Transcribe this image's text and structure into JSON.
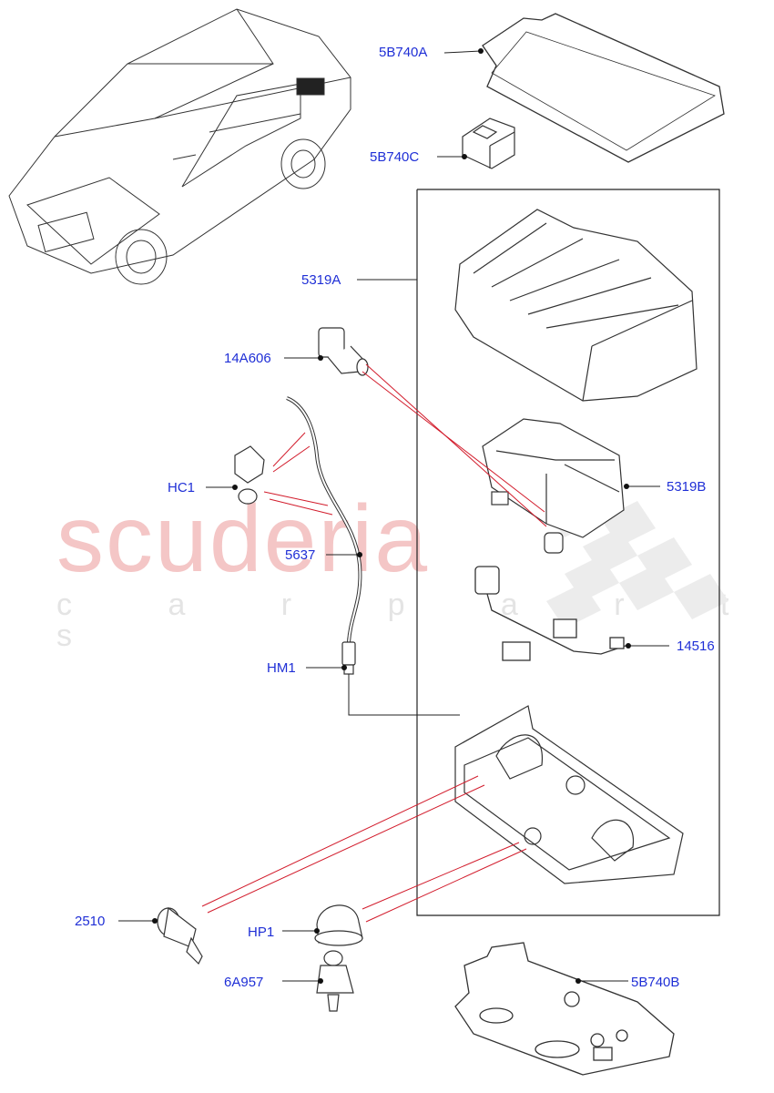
{
  "watermark": {
    "brand": "scuderia",
    "tagline": "c a r  p a r t s"
  },
  "labels": {
    "p5B740A": "5B740A",
    "p5B740C": "5B740C",
    "p5319A": "5319A",
    "p14A606": "14A606",
    "pHC1": "HC1",
    "p5319B": "5319B",
    "p5637": "5637",
    "p14516": "14516",
    "pHM1": "HM1",
    "p2510": "2510",
    "pHP1": "HP1",
    "p6A957": "6A957",
    "p5B740B": "5B740B"
  },
  "colors": {
    "label": "#1f2fd6",
    "leader_red": "#d21c2c",
    "line": "#222222",
    "watermark_red": "#f4c6c6"
  }
}
